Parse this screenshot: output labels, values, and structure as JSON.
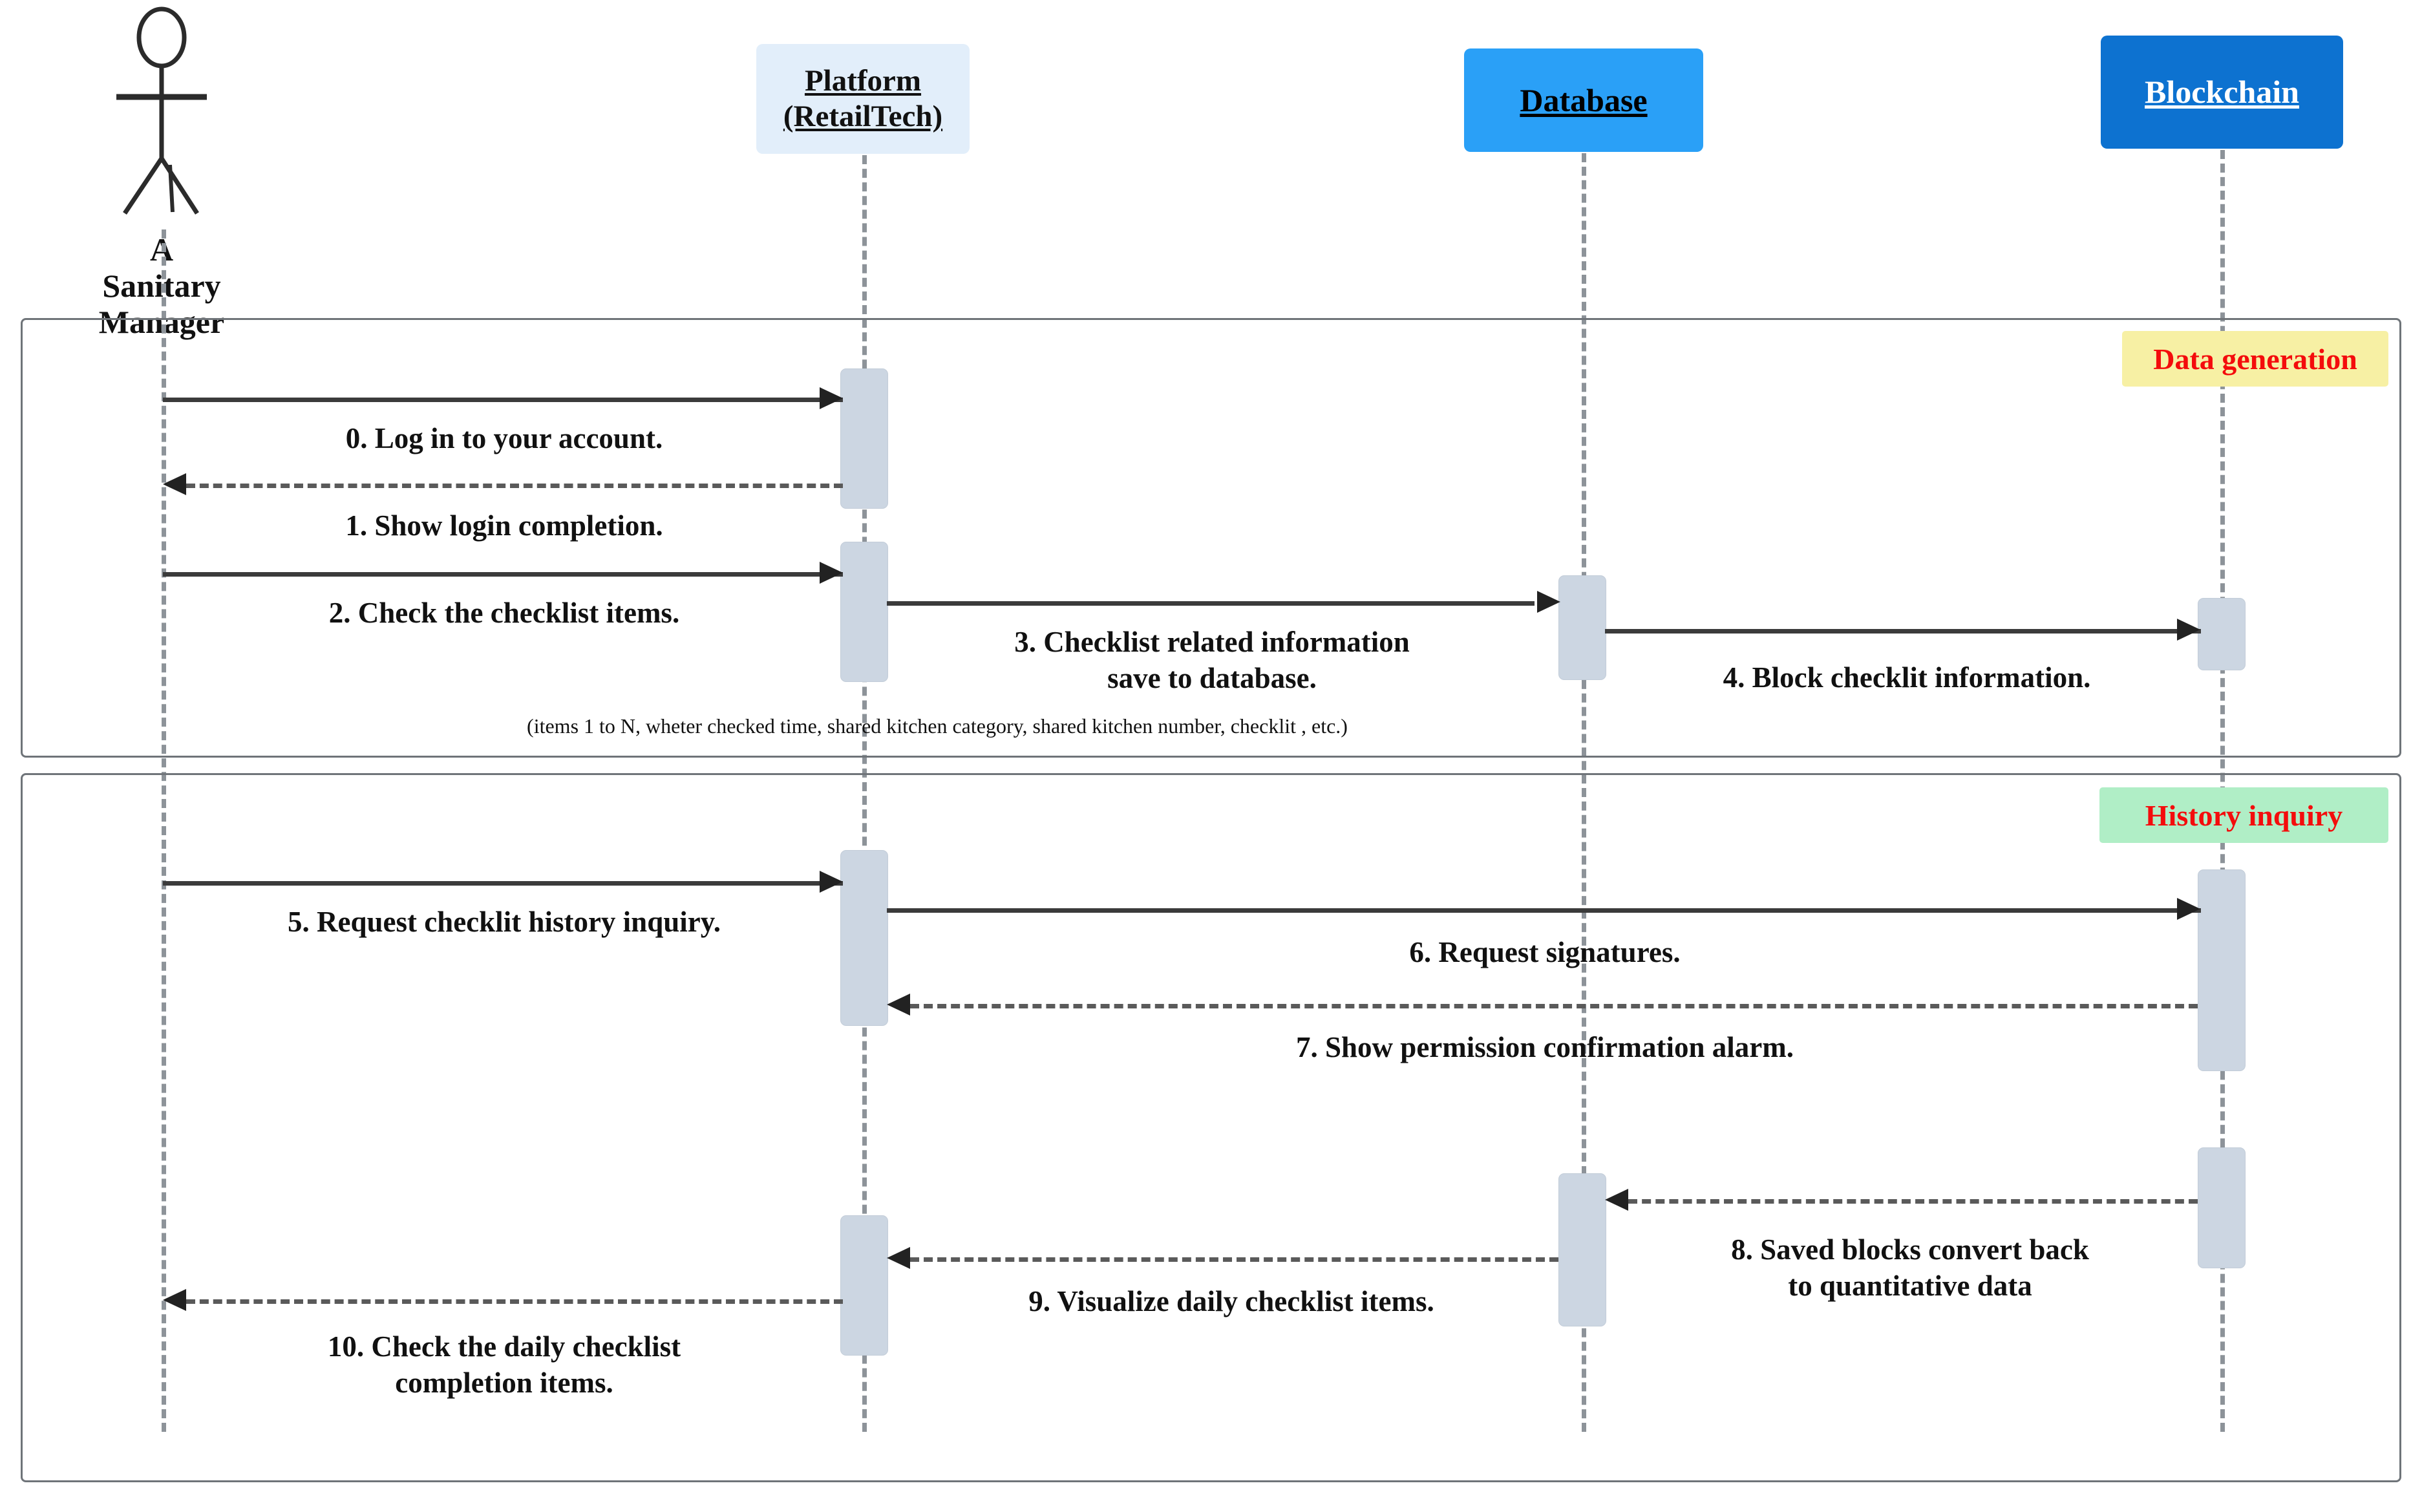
{
  "diagram": {
    "type": "uml-sequence-diagram",
    "actor": {
      "name": "A Sanitary\nManager",
      "icon": "stick-figure-actor-icon"
    },
    "participants": [
      {
        "id": "platform",
        "label": "Platform\n(RetailTech)",
        "color": "#e2eefa",
        "text_color": "#111111"
      },
      {
        "id": "database",
        "label": "Database",
        "color": "#2aa0f7",
        "text_color": "#000000"
      },
      {
        "id": "blockchain",
        "label": "Blockchain",
        "color": "#0d72d0",
        "text_color": "#ffffff"
      }
    ],
    "fragments": [
      {
        "id": "frag-1",
        "tag": "Data generation",
        "tag_bg": "#f7f0a4",
        "tag_color": "#f40c0c"
      },
      {
        "id": "frag-2",
        "tag": "History inquiry",
        "tag_bg": "#b0eec6",
        "tag_color": "#f40c0c"
      }
    ],
    "messages": [
      {
        "n": "0",
        "text": "0. Log in to your account.",
        "from": "actor",
        "to": "platform",
        "style": "solid"
      },
      {
        "n": "1",
        "text": "1. Show login completion.",
        "from": "platform",
        "to": "actor",
        "style": "dashed"
      },
      {
        "n": "2",
        "text": "2. Check the checklist items.",
        "from": "actor",
        "to": "platform",
        "style": "solid"
      },
      {
        "n": "3",
        "text": "3. Checklist related information\nsave to database.",
        "from": "platform",
        "to": "database",
        "style": "solid"
      },
      {
        "n": "4",
        "text": "4. Block checklit information.",
        "from": "database",
        "to": "blockchain",
        "style": "solid"
      },
      {
        "n": "5",
        "text": "5. Request checklit history inquiry.",
        "from": "actor",
        "to": "platform",
        "style": "solid"
      },
      {
        "n": "6",
        "text": "6. Request signatures.",
        "from": "platform",
        "to": "blockchain",
        "style": "solid"
      },
      {
        "n": "7",
        "text": "7. Show permission confirmation alarm.",
        "from": "blockchain",
        "to": "platform",
        "style": "dashed"
      },
      {
        "n": "8",
        "text": "8. Saved blocks convert back\nto quantitative data",
        "from": "blockchain",
        "to": "database",
        "style": "dashed"
      },
      {
        "n": "9",
        "text": "9. Visualize daily checklist items.",
        "from": "database",
        "to": "platform",
        "style": "dashed"
      },
      {
        "n": "10",
        "text": "10. Check the daily checklist\ncompletion items.",
        "from": "platform",
        "to": "actor",
        "style": "dashed"
      }
    ],
    "notes": [
      {
        "id": "note-checklist-fields",
        "text": "(items  1 to N, wheter checked time,  shared kitchen category,  shared kitchen  number,  checklit , etc.)"
      }
    ]
  }
}
